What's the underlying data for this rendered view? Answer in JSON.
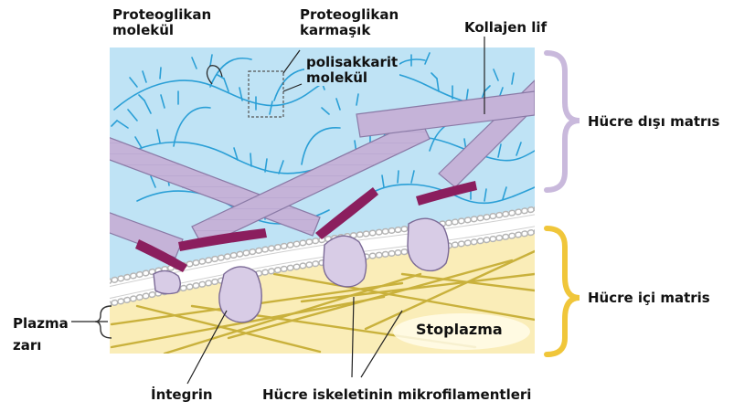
{
  "labels": {
    "proteoglycan_molecule": [
      "Proteoglikan",
      "molekül"
    ],
    "proteoglycan_complex": [
      "Proteoglikan",
      "karmaşık"
    ],
    "polysaccharide": [
      "polisakkarit",
      "molekül"
    ],
    "collagen": "Kollajen lif",
    "extracellular_matrix": "Hücre dışı matrıs",
    "intracellular_matrix": "Hücre içi matris",
    "plasma_membrane": [
      "Plazma",
      "zarı"
    ],
    "cytoplasm": "Stoplazma",
    "integrin": "İntegrin",
    "microfilaments": "Hücre iskeletinin mikrofilamentleri"
  },
  "colors": {
    "ecm_background": "#bfe3f5",
    "cytoplasm": "#faedb8",
    "proteoglycan": "#2a9fd6",
    "collagen": "#c5b3d8",
    "integrin": "#d8cce6",
    "linker": "#8b1e5e",
    "microfilament": "#c9b13c",
    "brace_top": "#c9b9dc",
    "brace_bottom": "#f0c63a"
  }
}
